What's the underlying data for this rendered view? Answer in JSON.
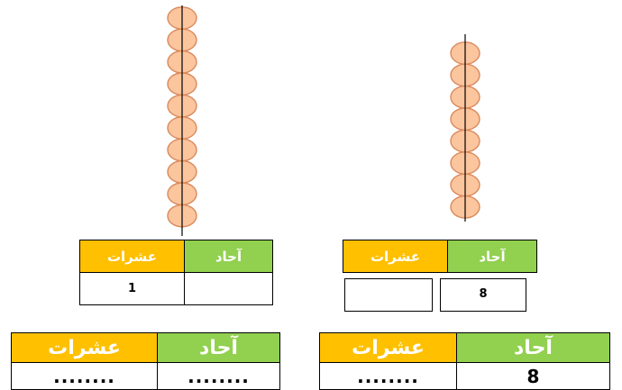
{
  "colors": {
    "bead_fill": "#fbc59e",
    "bead_stroke": "#d98a5c",
    "rod": "#000000",
    "tens_header_bg": "#ffc000",
    "ones_header_bg": "#92d050",
    "header_text": "#ffffff"
  },
  "abacus_left": {
    "bead_count": 10
  },
  "abacus_right": {
    "bead_count": 8
  },
  "table_top_left": {
    "tens_label": "عشرات",
    "ones_label": "آحاد",
    "tens_value": "1",
    "ones_value": ""
  },
  "table_top_right": {
    "tens_label": "عشرات",
    "ones_label": "آحاد",
    "tens_value": "",
    "ones_value": "8"
  },
  "table_bottom_left": {
    "tens_label": "عشرات",
    "ones_label": "آحاد",
    "tens_value": "........",
    "ones_value": "........"
  },
  "table_bottom_right": {
    "tens_label": "عشرات",
    "ones_label": "آحاد",
    "tens_value": "........",
    "ones_value": "8"
  }
}
